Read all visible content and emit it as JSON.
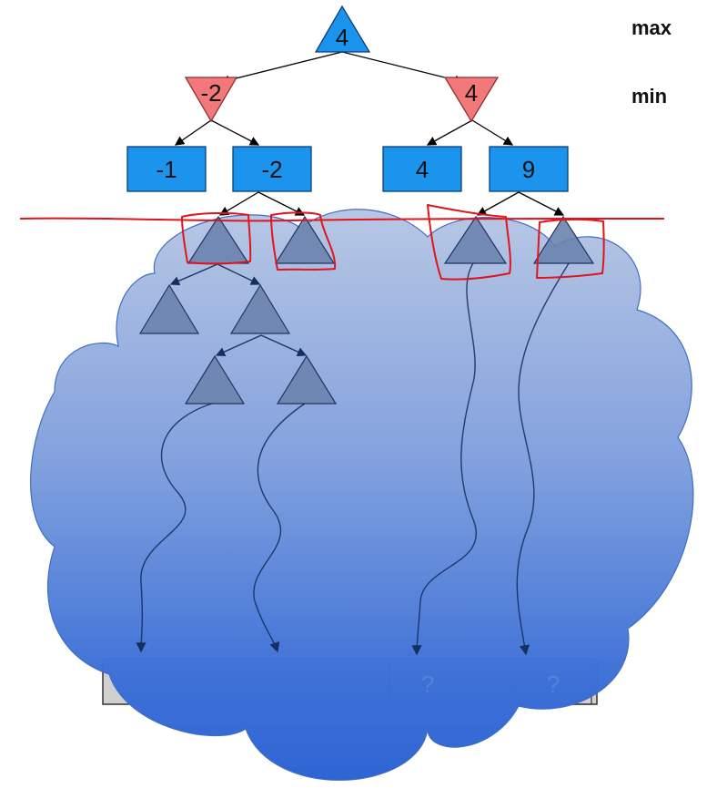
{
  "labels": {
    "max": "max",
    "min": "min"
  },
  "tree": {
    "root": "4",
    "min_left": "-2",
    "min_right": "4",
    "leaves": [
      "-1",
      "-2",
      "4",
      "9"
    ]
  },
  "bottom_values": [
    "?",
    "?"
  ],
  "colors": {
    "max_node": "#1a94ec",
    "min_node": "#f2787a",
    "cloud": "#2a63d4",
    "cut_line": "#e0141b",
    "sub_triangle": "#6b83ae",
    "box_gray": "#d0d0d0"
  }
}
